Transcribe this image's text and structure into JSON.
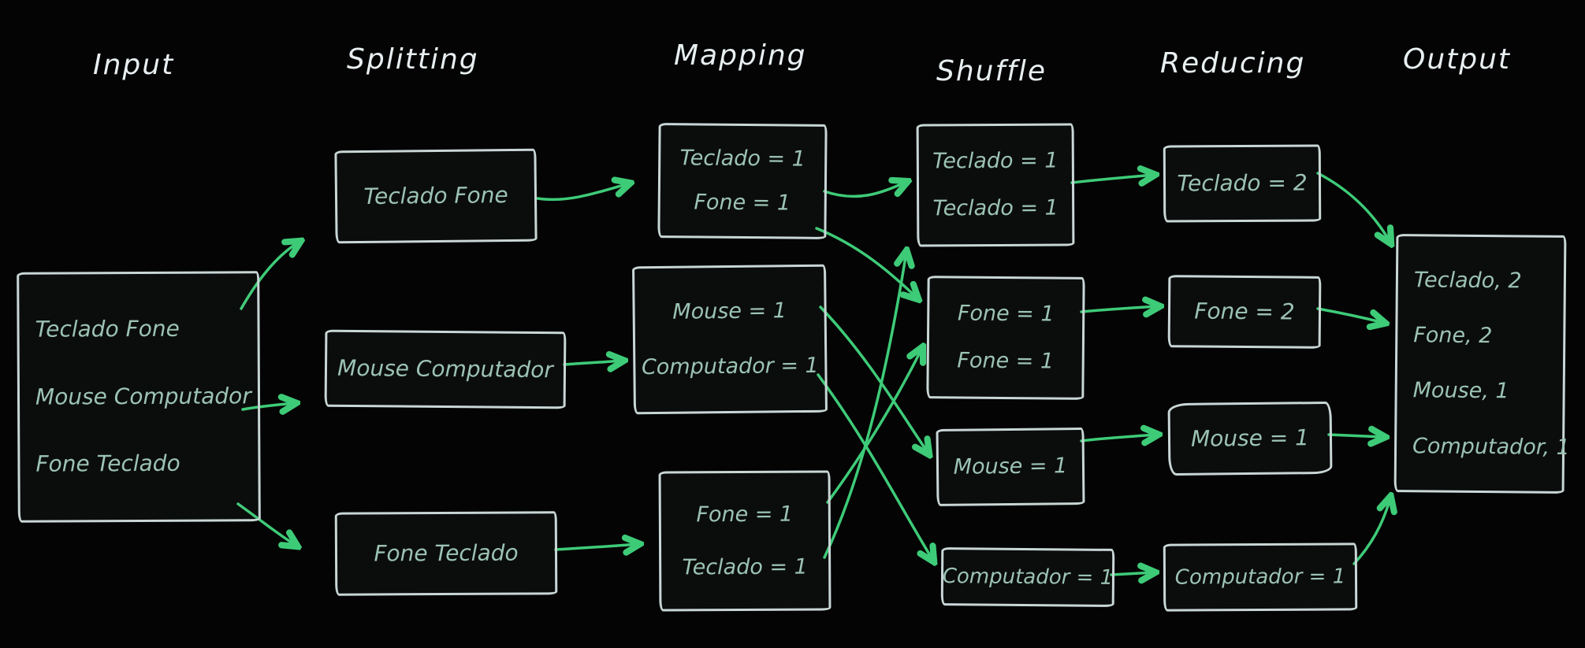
{
  "diagram": {
    "title": "MapReduce word-count flow (hand-drawn)",
    "colors": {
      "background": "#040404",
      "box_stroke": "#c9d6d6",
      "box_text": "#9cc3b4",
      "header_text": "#e8eff1",
      "arrow": "#3ecb78"
    },
    "headers": [
      {
        "label": "Input"
      },
      {
        "label": "Splitting"
      },
      {
        "label": "Mapping"
      },
      {
        "label": "Shuffle"
      },
      {
        "label": "Reducing"
      },
      {
        "label": "Output"
      }
    ],
    "input_box": {
      "lines": [
        "Teclado Fone",
        "Mouse Computador",
        "Fone Teclado"
      ]
    },
    "splitting_boxes": [
      {
        "lines": [
          "Teclado Fone"
        ]
      },
      {
        "lines": [
          "Mouse Computador"
        ]
      },
      {
        "lines": [
          "Fone Teclado"
        ]
      }
    ],
    "mapping_boxes": [
      {
        "lines": [
          "Teclado = 1",
          "Fone = 1"
        ]
      },
      {
        "lines": [
          "Mouse = 1",
          "Computador = 1"
        ]
      },
      {
        "lines": [
          "Fone = 1",
          "Teclado = 1"
        ]
      }
    ],
    "shuffle_boxes": [
      {
        "lines": [
          "Teclado = 1",
          "Teclado = 1"
        ]
      },
      {
        "lines": [
          "Fone = 1",
          "Fone = 1"
        ]
      },
      {
        "lines": [
          "Mouse = 1"
        ]
      },
      {
        "lines": [
          "Computador = 1"
        ]
      }
    ],
    "reducing_boxes": [
      {
        "lines": [
          "Teclado = 2"
        ]
      },
      {
        "lines": [
          "Fone = 2"
        ]
      },
      {
        "lines": [
          "Mouse = 1"
        ]
      },
      {
        "lines": [
          "Computador = 1"
        ]
      }
    ],
    "output_box": {
      "lines": [
        "Teclado, 2",
        "Fone, 2",
        "Mouse, 1",
        "Computador, 1"
      ]
    }
  }
}
